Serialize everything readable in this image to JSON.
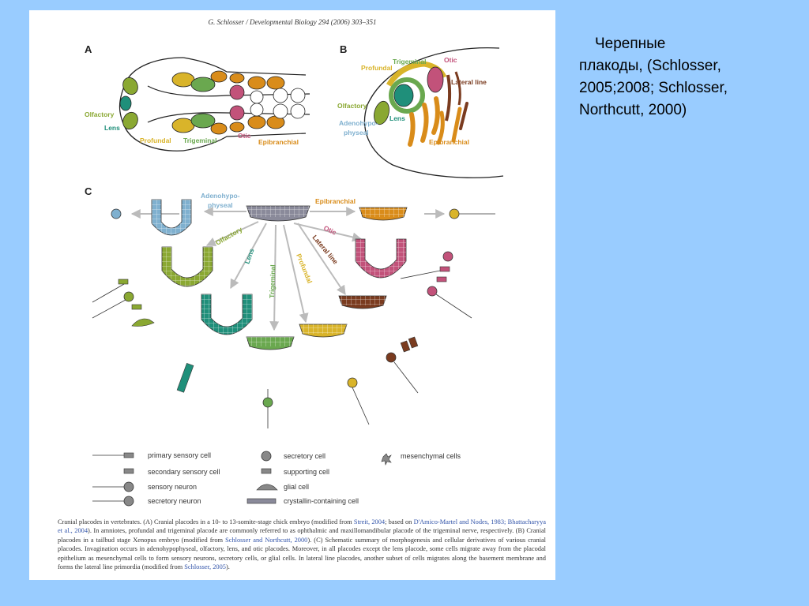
{
  "slide_text": {
    "lines": [
      "Черепные",
      "плакоды, (Schlosser,",
      "2005;2008; Schlosser,",
      "Northcutt, 2000)"
    ]
  },
  "figure": {
    "header": "G. Schlosser / Developmental Biology 294 (2006) 303–351",
    "panel_a": {
      "letter": "A",
      "labels": {
        "olfactory": "Olfactory",
        "lens": "Lens",
        "profundal": "Profundal",
        "trigeminal": "Trigeminal",
        "otic": "Otic",
        "epibranchial": "Epibranchial"
      }
    },
    "panel_b": {
      "letter": "B",
      "labels": {
        "profundal": "Profundal",
        "trigeminal": "Trigeminal",
        "otic": "Otic",
        "lateral_line": "Lateral line",
        "olfactory": "Olfactory",
        "lens": "Lens",
        "adenohypophyseal_1": "Adenohypo-",
        "adenohypophyseal_2": "physeal",
        "epibranchial": "Epibranchial"
      }
    },
    "panel_c": {
      "letter": "C",
      "labels": {
        "adenohypophyseal_1": "Adenohypo-",
        "adenohypophyseal_2": "physeal",
        "epibranchial": "Epibranchial",
        "olfactory": "Olfactory",
        "otic": "Otic",
        "lateral_line": "Lateral line",
        "lens": "Lens",
        "trigeminal": "Trigeminal",
        "profundal": "Profundal"
      }
    },
    "legend": {
      "primary_sensory_cell": "primary sensory cell",
      "secondary_sensory_cell": "secondary sensory cell",
      "sensory_neuron": "sensory neuron",
      "secretory_neuron": "secretory neuron",
      "secretory_cell": "secretory cell",
      "supporting_cell": "supporting cell",
      "glial_cell": "glial cell",
      "crystallin_cell": "crystallin-containing cell",
      "mesenchymal_cells": "mesenchymal cells"
    },
    "caption": {
      "p1": "Cranial placodes in vertebrates. (A) Cranial placodes in a 10- to 13-somite-stage chick embryo (modified from ",
      "ref1": "Streit, 2004",
      "p2": "; based on ",
      "ref2": "D'Amico-Martel and Nodes, 1983; Bhattacharyya et al., 2004",
      "p3": "). In amniotes, profundal and trigeminal placode are commonly referred to as ophthalmic and maxillomandibular placode of the trigeminal nerve, respectively. (B) Cranial placodes in a tailbud stage Xenopus embryo (modified from ",
      "ref3": "Schlosser and Northcutt, 2000",
      "p4": "). (C) Schematic summary of morphogenesis and cellular derivatives of various cranial placodes. Invagination occurs in adenohypophyseal, olfactory, lens, and otic placodes. Moreover, in all placodes except the lens placode, some cells migrate away from the placodal epithelium as mesenchymal cells to form sensory neurons, secretory cells, or glial cells. In lateral line placodes, another subset of cells migrates along the basement membrane and forms the lateral line primordia (modified from ",
      "ref4": "Schlosser, 2005",
      "p5": ")."
    },
    "colors": {
      "olfactory": "#8aa832",
      "lens": "#1f8f7a",
      "profundal": "#d9b42a",
      "trigeminal": "#6aa84f",
      "otic": "#c2527a",
      "epibranchial": "#d98c1a",
      "lateral_line": "#7a3b1f",
      "adenohypophyseal": "#7fb0cf",
      "gray_placode": "#8a8a9a"
    }
  }
}
